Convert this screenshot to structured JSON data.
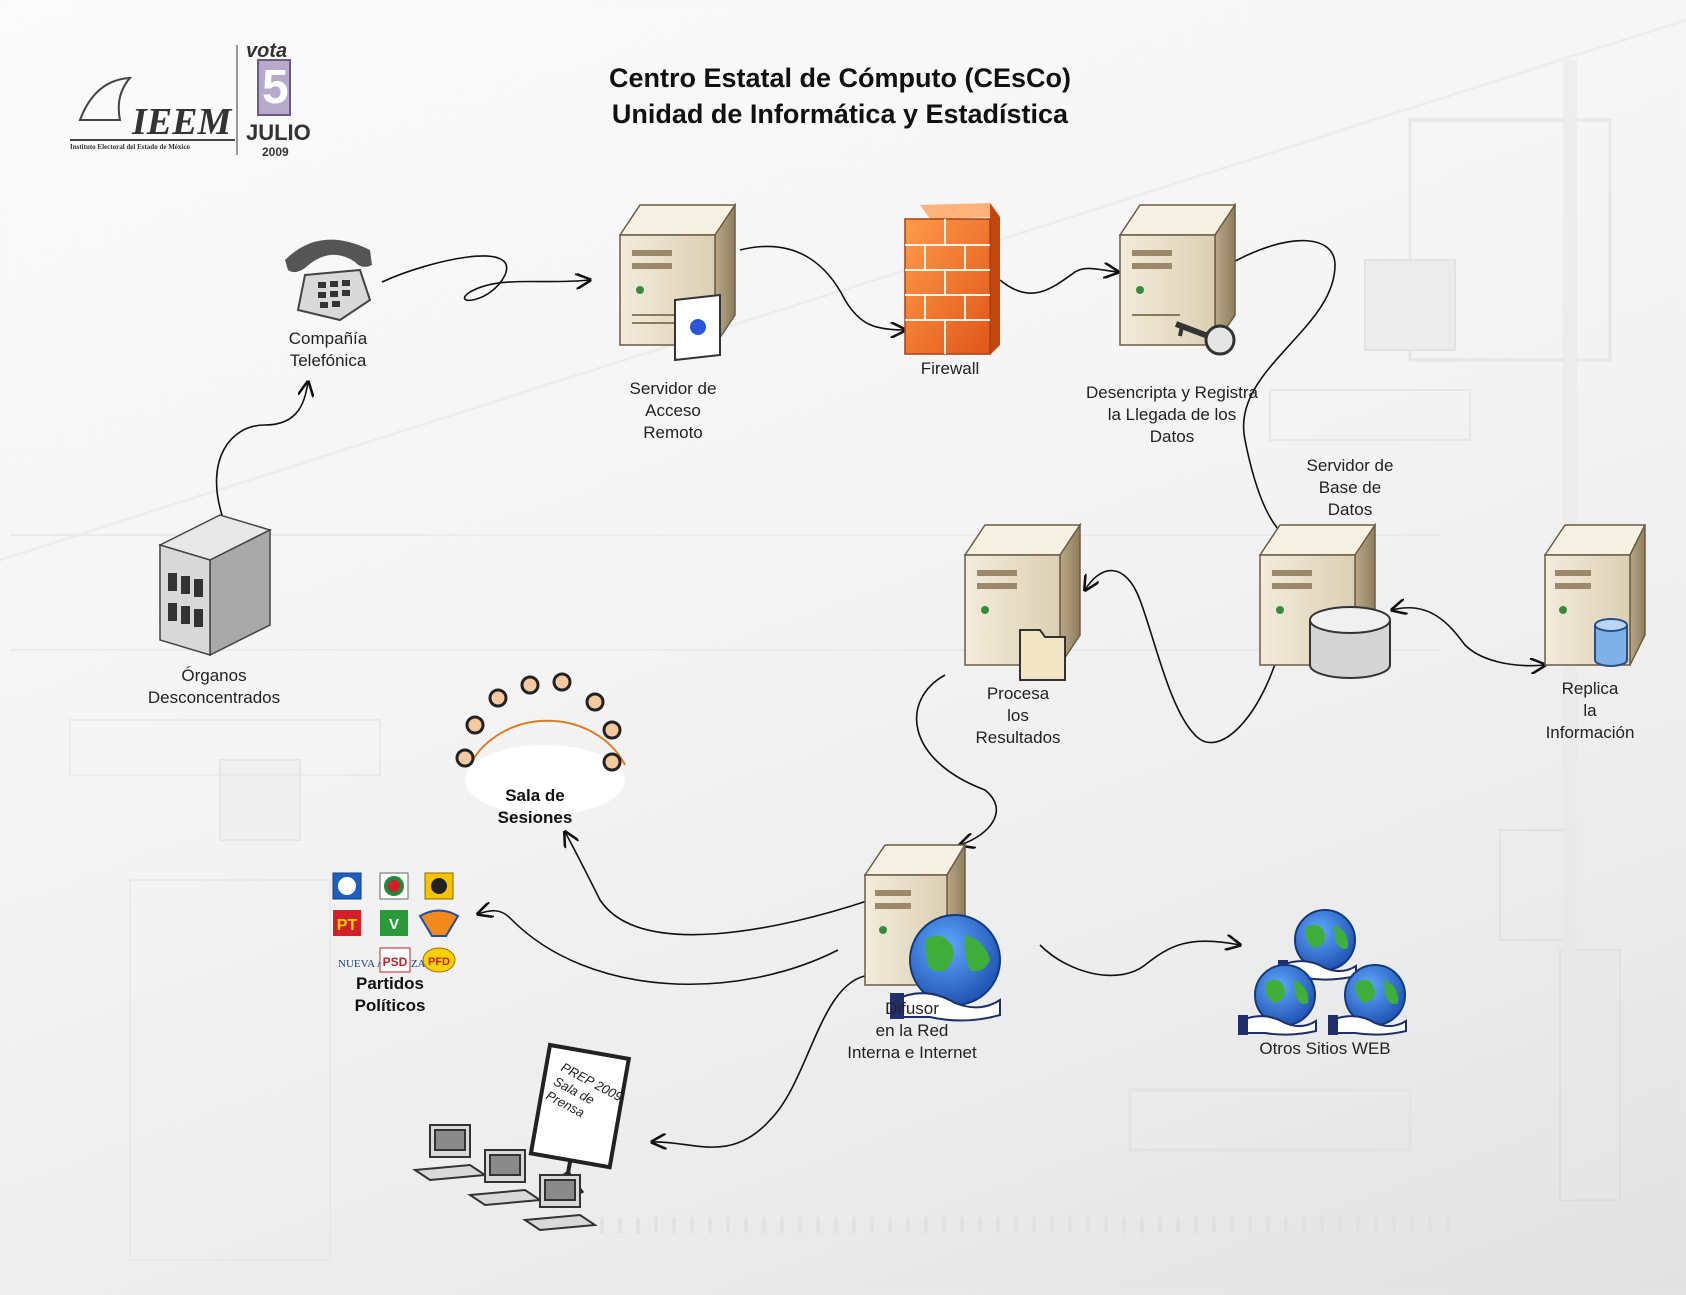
{
  "title": {
    "line1": "Centro Estatal de Cómputo (CEsCo)",
    "line2": "Unidad de Informática y Estadística"
  },
  "logo": {
    "org": "IEEM",
    "org_subtitle": "Instituto Electoral del Estado de México",
    "vote_word": "vota",
    "vote_day": "5",
    "vote_month": "JULIO",
    "vote_year": "2009"
  },
  "nodes": {
    "telefonica": "Compañía\nTelefónica",
    "servidor_acceso": "Servidor de\nAcceso\nRemoto",
    "firewall": "Firewall",
    "desencripta": "Desencripta y Registra\nla Llegada de los\nDatos",
    "servidor_bd": "Servidor de\nBase de\nDatos",
    "organos": "Órganos\nDesconcentrados",
    "procesa": "Procesa\nlos\nResultados",
    "replica": "Replica\nla\nInformación",
    "sala": "Sala de\nSesiones",
    "partidos": "Partidos\nPolíticos",
    "difusor": "Difusor\nen la Red\nInterna e Internet",
    "otros_sitios": "Otros Sitios WEB",
    "prensa_board": "PREP 2009\nSala de\nPrensa"
  },
  "party_logos": [
    "PAN",
    "PRI",
    "PRD",
    "PT",
    "VERDE",
    "CONV",
    "NUEVA ALIANZA",
    "PSD",
    "PFD"
  ],
  "colors": {
    "server": "#e9dfc8",
    "server_dark": "#b8a683",
    "firewall": "#f07a2a",
    "globe_sea": "#2a6fd6",
    "globe_land": "#3fae3a",
    "hand": "#1f2f6b"
  }
}
